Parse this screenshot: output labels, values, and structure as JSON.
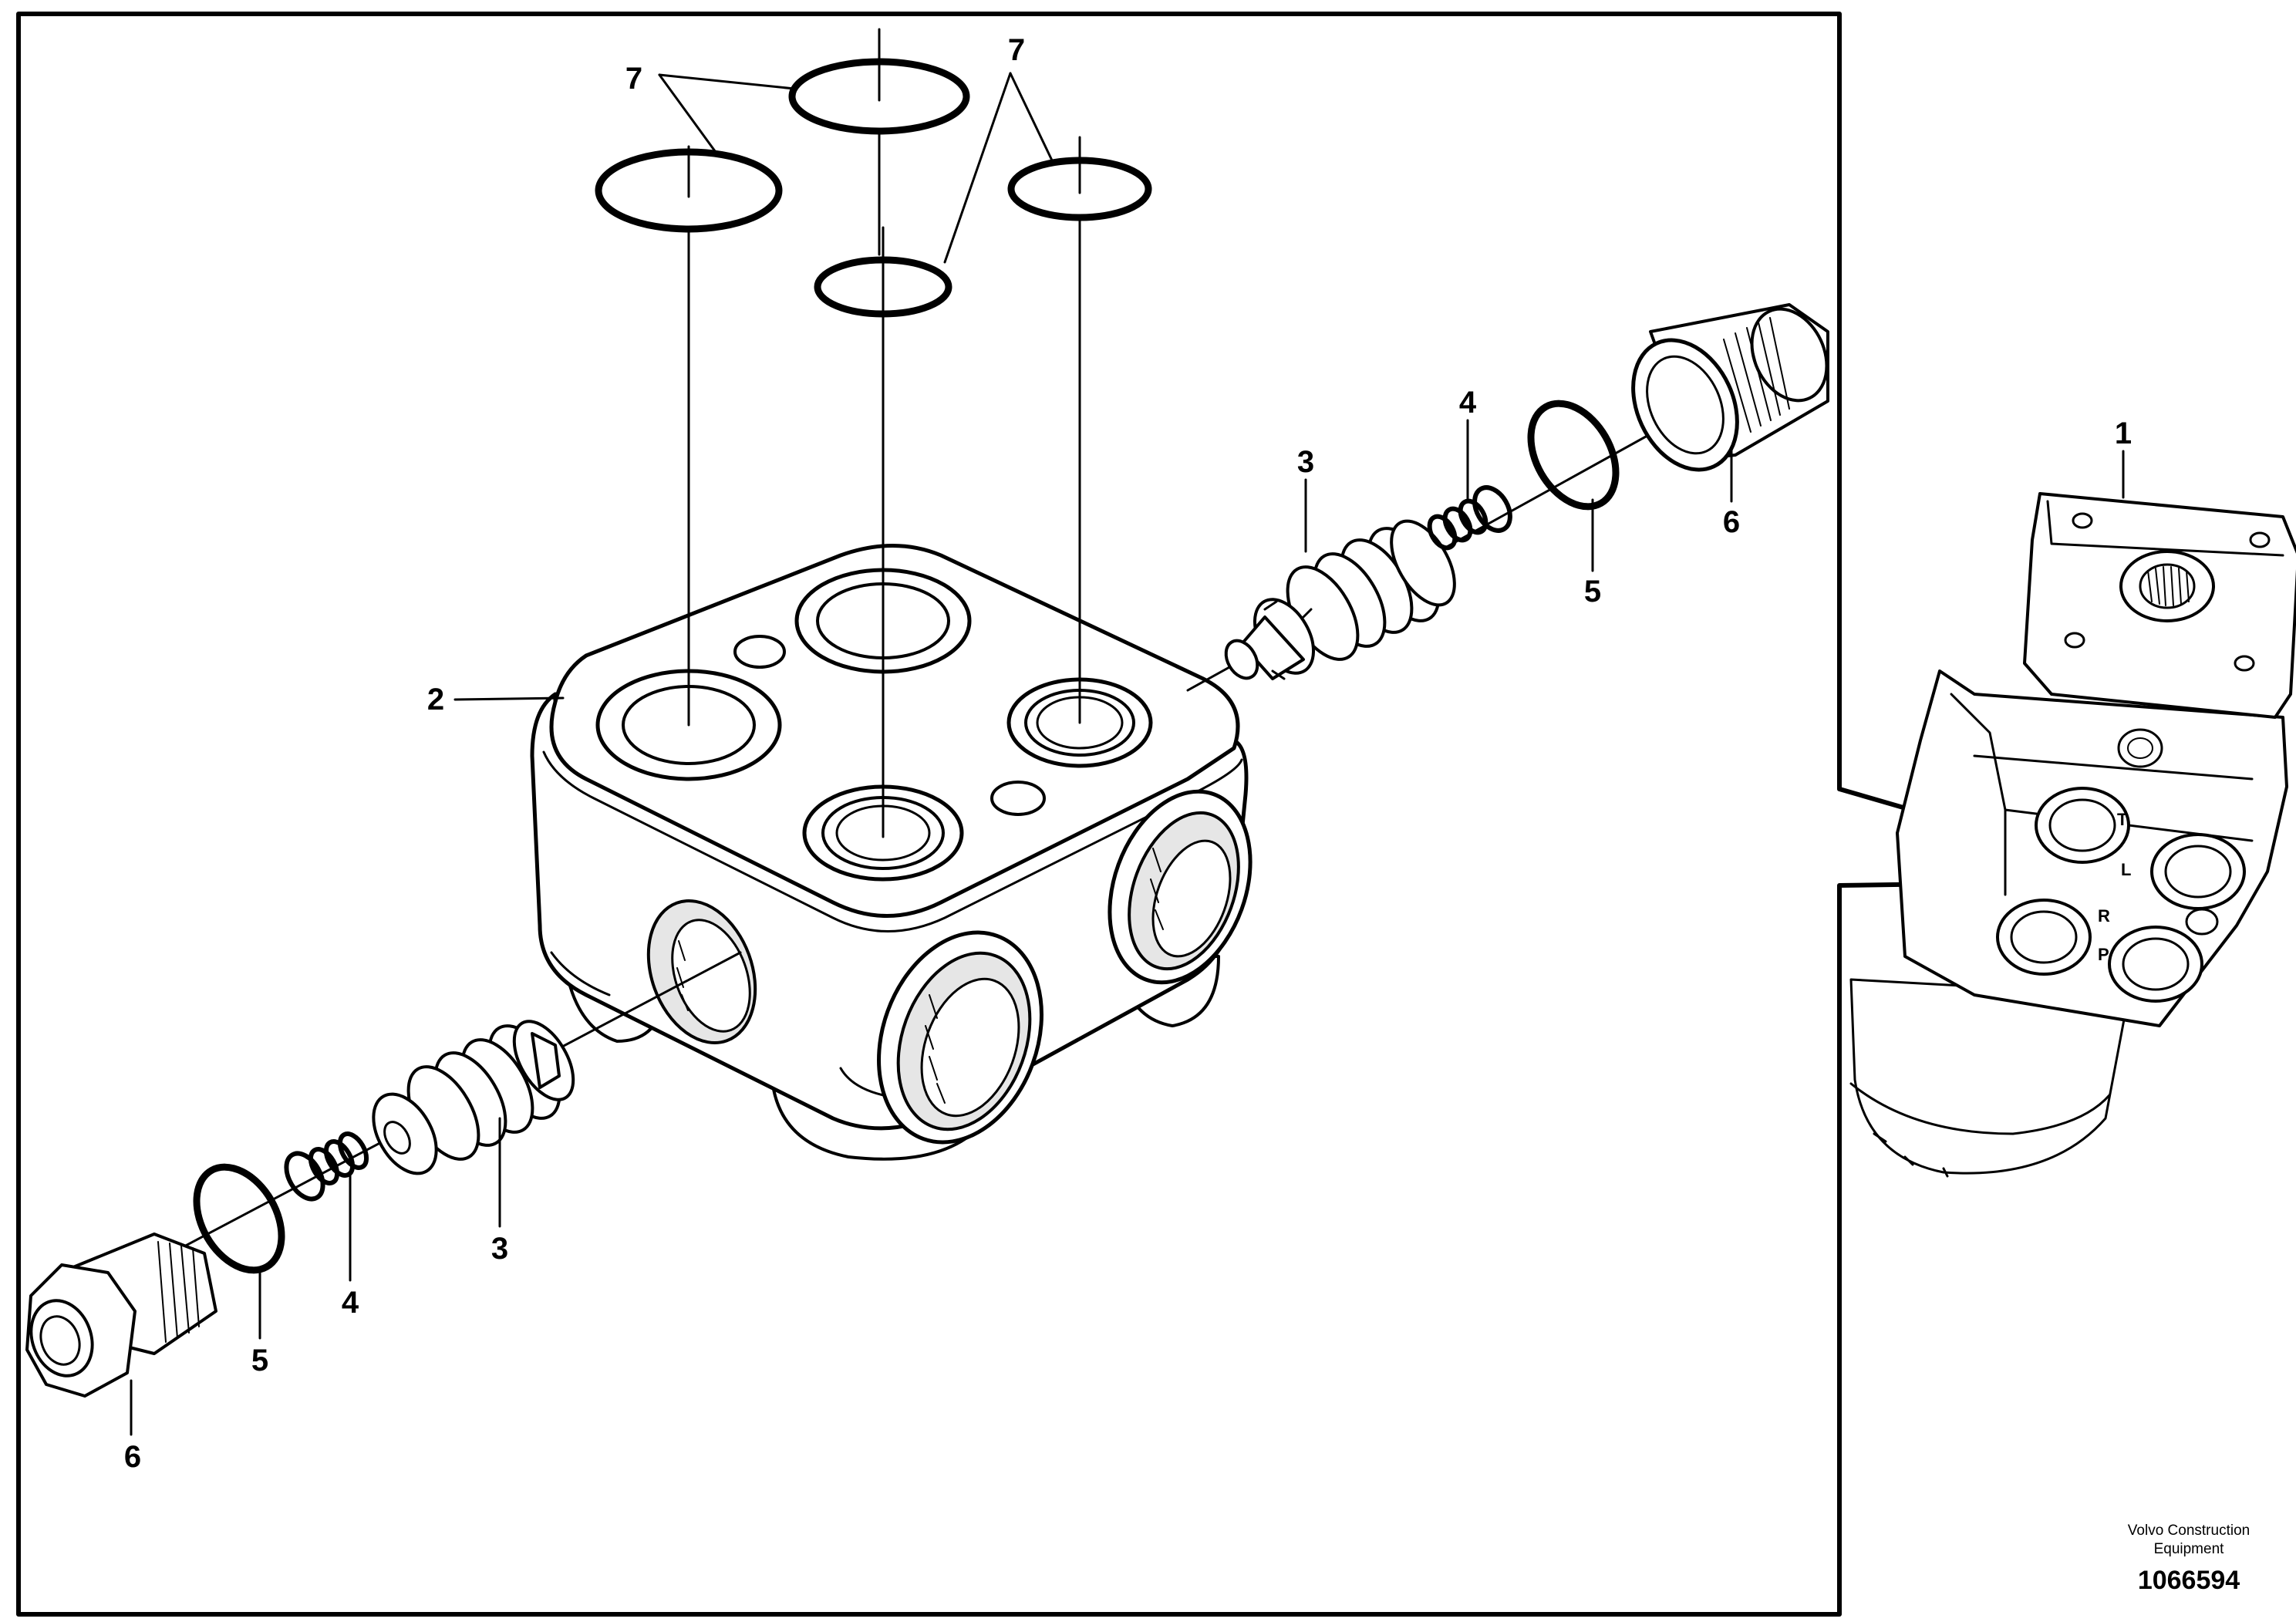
{
  "diagram": {
    "callouts": {
      "c1": "1",
      "c2": "2",
      "c3a": "3",
      "c3b": "3",
      "c4a": "4",
      "c4b": "4",
      "c5a": "5",
      "c5b": "5",
      "c6a": "6",
      "c6b": "6",
      "c7a": "7",
      "c7b": "7"
    },
    "inset_port_letters": {
      "t": "T",
      "l": "L",
      "r": "R",
      "p": "P"
    },
    "credit": {
      "line1": "Volvo Construction",
      "line2": "Equipment",
      "number": "1066594"
    }
  }
}
